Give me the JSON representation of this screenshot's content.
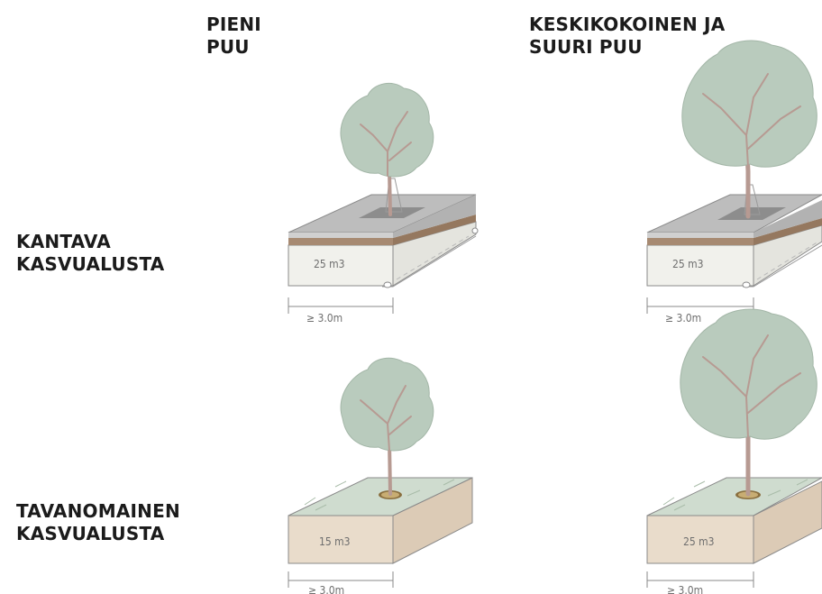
{
  "columns": [
    {
      "line1": "PIENI",
      "line2": "PUU"
    },
    {
      "line1": "KESKIKOKOINEN JA",
      "line2": "SUURI PUU"
    }
  ],
  "rows": [
    {
      "line1": "KANTAVA",
      "line2": "KASVUALUSTA"
    },
    {
      "line1": "TAVANOMAINEN",
      "line2": "KASVUALUSTA"
    }
  ],
  "cells": [
    {
      "volume": "25 m3",
      "width": "≥ 3.0m"
    },
    {
      "volume": "25 m3",
      "width": "≥ 3.0m"
    },
    {
      "volume": "15 m3",
      "width": "≥ 3.0m"
    },
    {
      "volume": "25 m3",
      "width": "≥ 3.0m"
    }
  ],
  "colors": {
    "canopy": "#b9cbbd",
    "trunk": "#b79a92",
    "paving": "#bdbdbd",
    "soil_band": "#a78a72",
    "soil_box": "#e9dccb",
    "structure": "#f1f1ec",
    "grass": "#cfdccf"
  }
}
